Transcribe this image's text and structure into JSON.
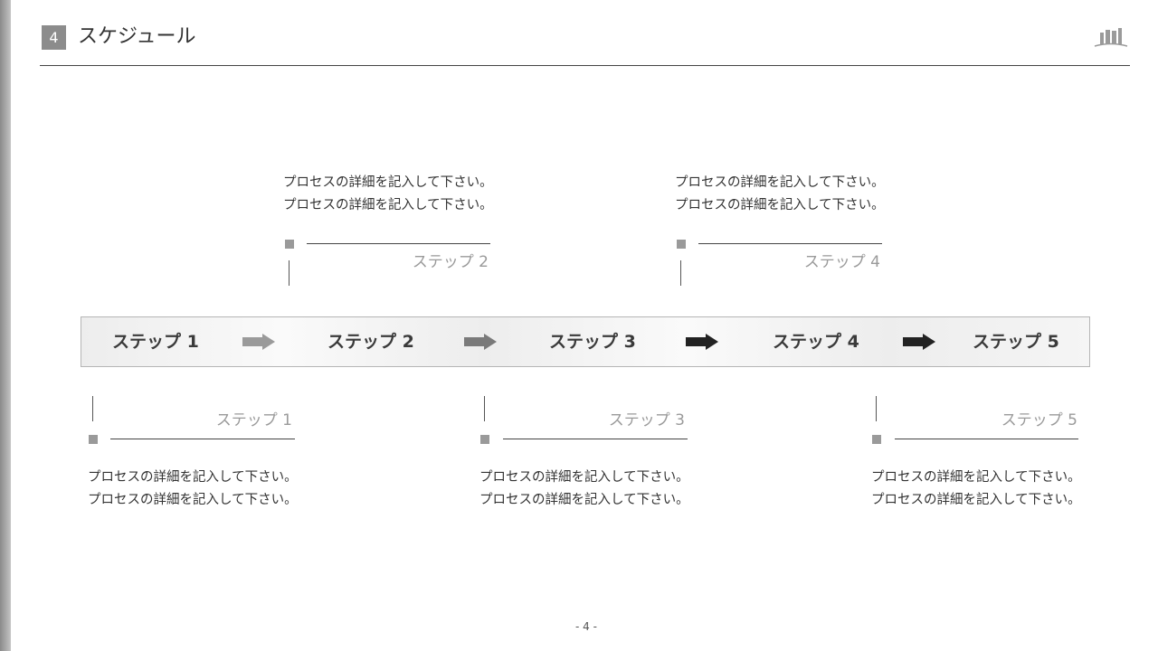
{
  "header": {
    "section_number": "4",
    "title": "スケジュール"
  },
  "timeline": {
    "band_steps": [
      "ステップ 1",
      "ステップ 2",
      "ステップ 3",
      "ステップ 4",
      "ステップ 5"
    ],
    "arrow_colors": [
      "#9a9a9a",
      "#7a7a7a",
      "#222222",
      "#222222"
    ]
  },
  "callouts": [
    {
      "label": "ステップ 1",
      "lines": [
        "プロセスの詳細を記入して下さい。",
        "プロセスの詳細を記入して下さい。"
      ]
    },
    {
      "label": "ステップ 2",
      "lines": [
        "プロセスの詳細を記入して下さい。",
        "プロセスの詳細を記入して下さい。"
      ]
    },
    {
      "label": "ステップ 3",
      "lines": [
        "プロセスの詳細を記入して下さい。",
        "プロセスの詳細を記入して下さい。"
      ]
    },
    {
      "label": "ステップ 4",
      "lines": [
        "プロセスの詳細を記入して下さい。",
        "プロセスの詳細を記入して下さい。"
      ]
    },
    {
      "label": "ステップ 5",
      "lines": [
        "プロセスの詳細を記入して下さい。",
        "プロセスの詳細を記入して下さい。"
      ]
    }
  ],
  "footer": {
    "page_number": "- 4 -"
  }
}
